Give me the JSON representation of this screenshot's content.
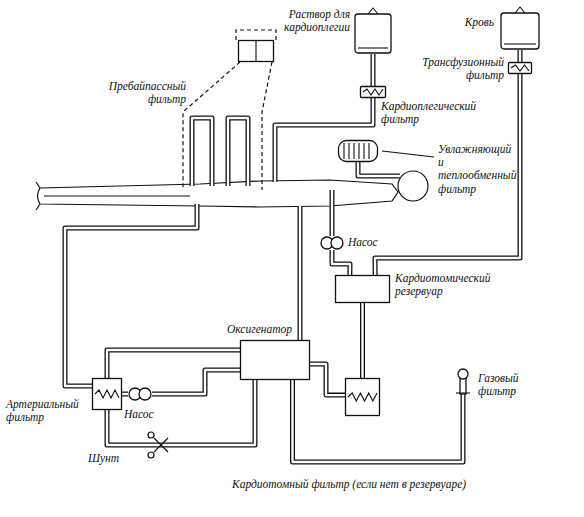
{
  "diagram": {
    "nodes": [
      {
        "text": [
          "Раствор для кардиоплегии"
        ]
      },
      {
        "text": [
          "Кардиоплегический фильтр"
        ]
      },
      {
        "text": [
          "Кровь"
        ]
      },
      {
        "text": [
          "Трансфузионный фильтр"
        ]
      },
      {
        "text": [
          "Пребайпассный фильтр"
        ]
      },
      {
        "text": [
          "Увлажняющий и теплообменный фильтр"
        ]
      },
      {
        "text": [
          "Насос"
        ]
      },
      {
        "text": [
          "Кардиотомический резервуар"
        ]
      },
      {
        "text": [
          "Оксигенатор"
        ]
      },
      {
        "text": [
          "Артериальный фильтр"
        ]
      },
      {
        "text": [
          "Насос"
        ]
      },
      {
        "text": [
          "Газовый фильтр"
        ]
      },
      {
        "text": [
          "Кардиотомный фильтр (если нет в резервуаре)"
        ]
      }
    ],
    "edges": [
      {
        "from": 0,
        "to": 1,
        "arrow": "none"
      },
      {
        "from": 2,
        "to": 3,
        "arrow": "none"
      },
      {
        "from": 3,
        "to": 7,
        "arrow": "none"
      },
      {
        "from": 6,
        "to": 7,
        "arrow": "none"
      },
      {
        "from": 7,
        "to": 12,
        "arrow": "none"
      },
      {
        "from": 12,
        "to": 8,
        "arrow": "none"
      },
      {
        "from": 8,
        "to": 9,
        "arrow": "none"
      },
      {
        "from": 8,
        "to": 10,
        "arrow": "none"
      },
      {
        "from": 10,
        "to": 9,
        "arrow": "none"
      },
      {
        "from": 11,
        "to": 8,
        "arrow": "none"
      }
    ],
    "labels": [
      "Шунт"
    ]
  }
}
